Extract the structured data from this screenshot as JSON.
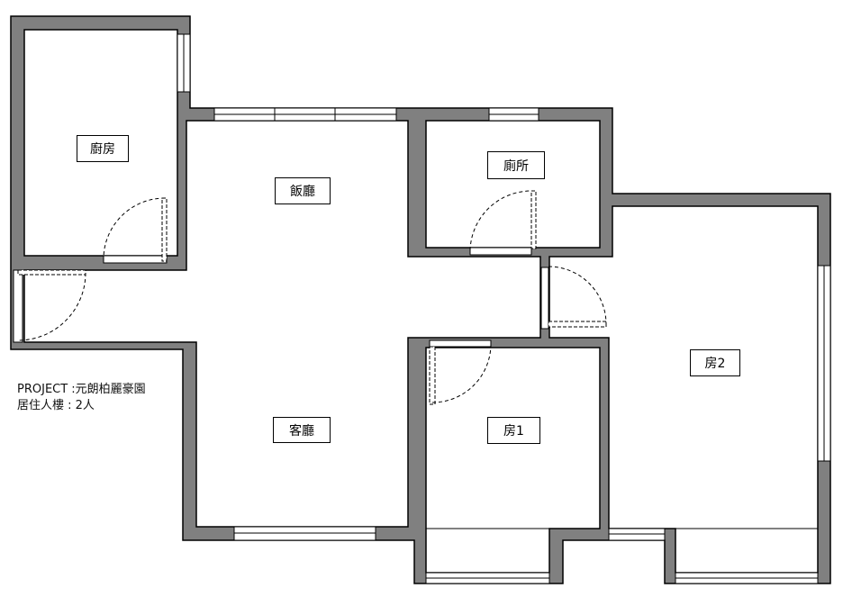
{
  "rooms": {
    "kitchen": "廚房",
    "dining": "飯廳",
    "toilet": "廁所",
    "bedroom2": "房2",
    "bedroom1": "房1",
    "living": "客廳"
  },
  "project": {
    "line1": "PROJECT :元朗柏麗豪園",
    "line2": "居住人樓 : 2人"
  },
  "colors": {
    "wall": "#808080",
    "line": "#000000"
  }
}
